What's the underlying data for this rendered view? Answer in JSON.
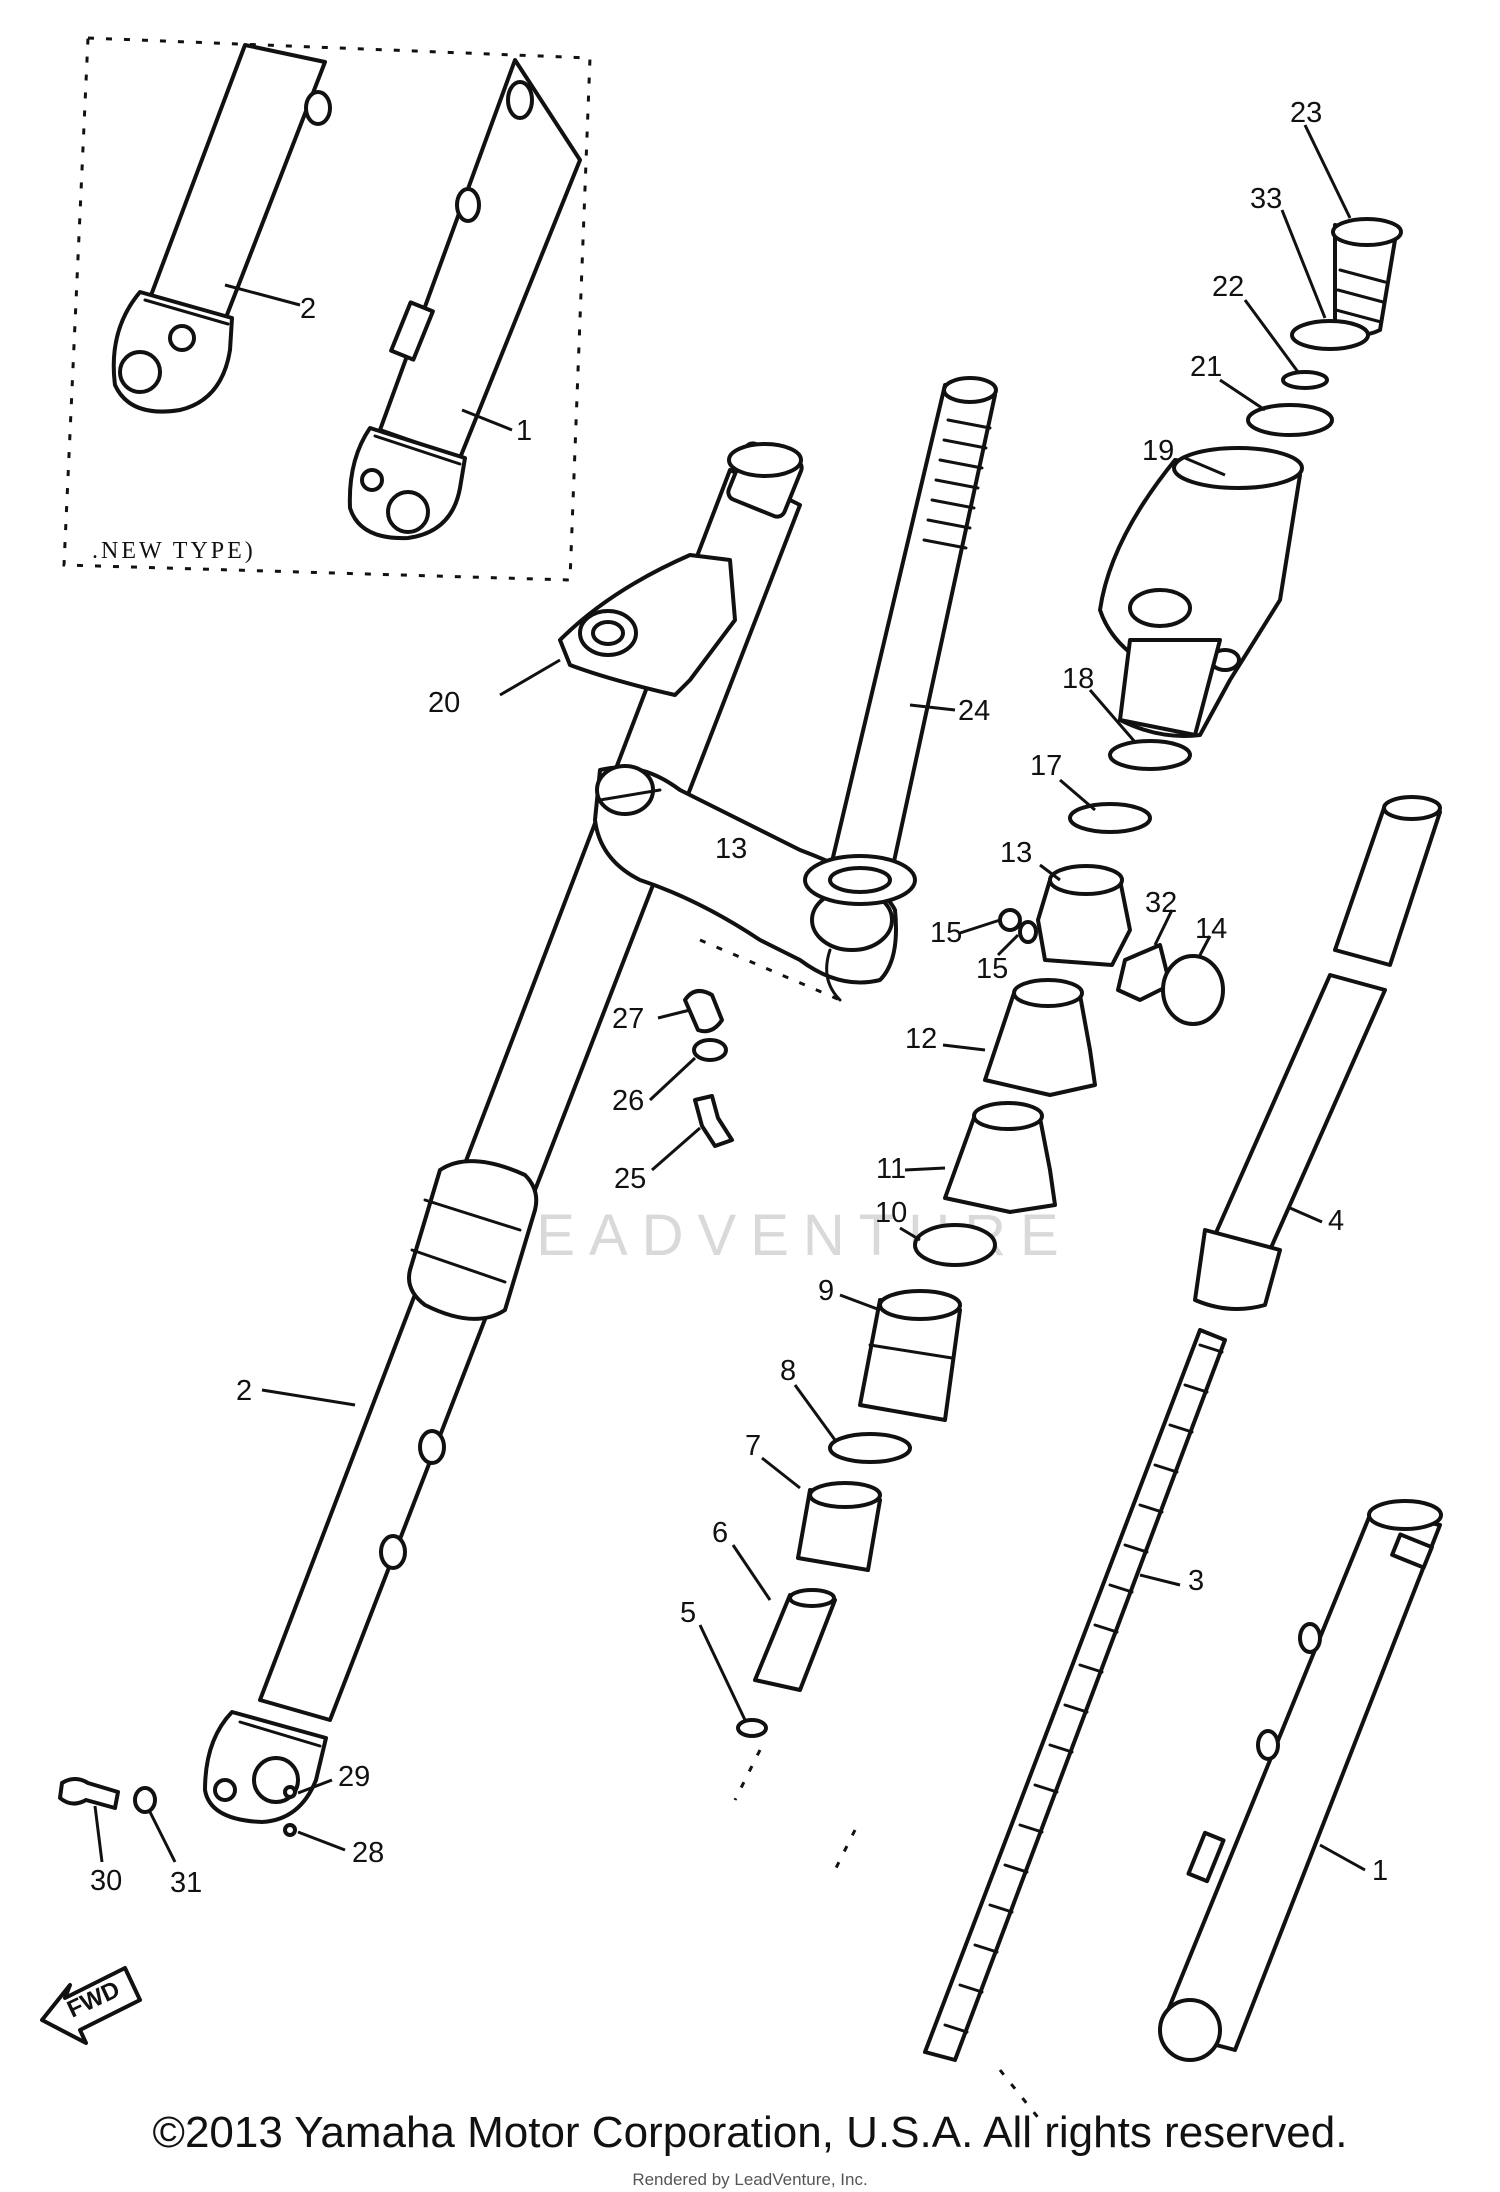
{
  "inset": {
    "label": ".NEW  TYPE)"
  },
  "callouts": [
    {
      "id": "c1",
      "text": "1"
    },
    {
      "id": "c2",
      "text": "2"
    },
    {
      "id": "c3",
      "text": "3"
    },
    {
      "id": "c4",
      "text": "4"
    },
    {
      "id": "c5",
      "text": "5"
    },
    {
      "id": "c6",
      "text": "6"
    },
    {
      "id": "c7",
      "text": "7"
    },
    {
      "id": "c8",
      "text": "8"
    },
    {
      "id": "c9",
      "text": "9"
    },
    {
      "id": "c10",
      "text": "10"
    },
    {
      "id": "c11",
      "text": "11"
    },
    {
      "id": "c12",
      "text": "12"
    },
    {
      "id": "c13",
      "text": "13"
    },
    {
      "id": "c14",
      "text": "14"
    },
    {
      "id": "c15",
      "text": "15"
    },
    {
      "id": "c17",
      "text": "17"
    },
    {
      "id": "c18",
      "text": "18"
    },
    {
      "id": "c19",
      "text": "19"
    },
    {
      "id": "c20",
      "text": "20"
    },
    {
      "id": "c21",
      "text": "21"
    },
    {
      "id": "c22",
      "text": "22"
    },
    {
      "id": "c23",
      "text": "23"
    },
    {
      "id": "c24",
      "text": "24"
    },
    {
      "id": "c25",
      "text": "25"
    },
    {
      "id": "c26",
      "text": "26"
    },
    {
      "id": "c27",
      "text": "27"
    },
    {
      "id": "c28",
      "text": "28"
    },
    {
      "id": "c29",
      "text": "29"
    },
    {
      "id": "c30",
      "text": "30"
    },
    {
      "id": "c31",
      "text": "31"
    },
    {
      "id": "c32",
      "text": "32"
    },
    {
      "id": "c33",
      "text": "33"
    }
  ],
  "fwd_label": "FWD",
  "watermark": "LEADVENTURE",
  "copyright": "©2013 Yamaha Motor Corporation, U.S.A. All rights reserved.",
  "rendered_by": "Rendered by LeadVenture, Inc."
}
